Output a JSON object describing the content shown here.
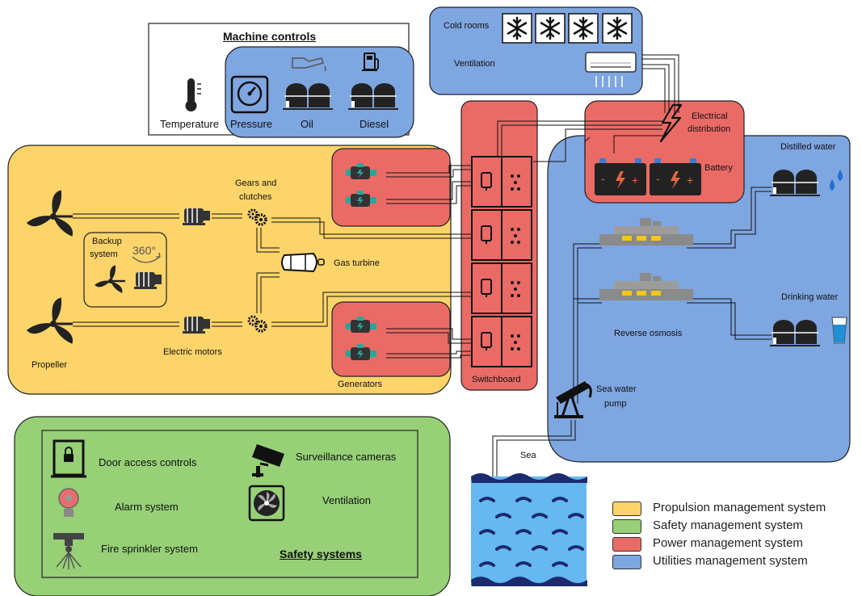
{
  "machine_controls": {
    "title": "Machine controls",
    "temperature": "Temperature",
    "pressure": "Pressure",
    "oil": "Oil",
    "diesel": "Diesel"
  },
  "utilities": {
    "cold_rooms": "Cold rooms",
    "ventilation": "Ventilation",
    "distilled_water": "Distilled water",
    "drinking_water": "Drinking water",
    "reverse_osmosis": "Reverse osmosis",
    "sea_water_pump_line1": "Sea water",
    "sea_water_pump_line2": "pump",
    "sea": "Sea"
  },
  "power": {
    "electrical_distribution_line1": "Electrical",
    "electrical_distribution_line2": "distribution",
    "battery": "Battery",
    "switchboard": "Switchboard",
    "generators": "Generators"
  },
  "propulsion": {
    "gears_line1": "Gears and",
    "gears_line2": "clutches",
    "gas_turbine": "Gas turbine",
    "backup_line1": "Backup",
    "backup_line2": "system",
    "rotation": "360°",
    "propeller": "Propeller",
    "electric_motors": "Electric motors"
  },
  "safety": {
    "title": "Safety systems",
    "door_access": "Door access controls",
    "alarm": "Alarm system",
    "fire_sprinkler": "Fire sprinkler system",
    "surveillance": "Surveillance cameras",
    "ventilation": "Ventilation"
  },
  "legend": [
    {
      "label": "Propulsion management system",
      "color": "#fcd46a"
    },
    {
      "label": "Safety management system",
      "color": "#97d077"
    },
    {
      "label": "Power management system",
      "color": "#ea6b66"
    },
    {
      "label": "Utilities management system",
      "color": "#7ea6e0"
    }
  ],
  "colors": {
    "propulsion": "#fcd46a",
    "safety": "#97d077",
    "power": "#ea6b66",
    "utilities": "#7ea6e0",
    "icon": "#222222",
    "accent_teal": "#2aa59a",
    "water": "#3a7bd5"
  }
}
